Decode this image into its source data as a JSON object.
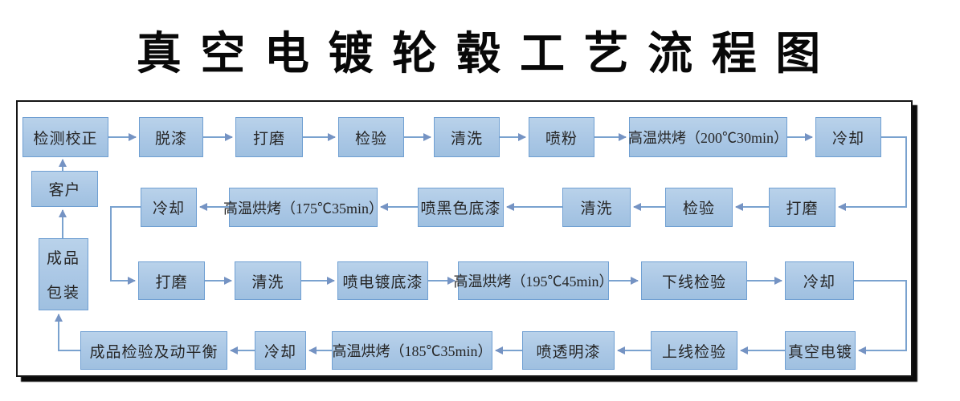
{
  "title": "真 空 电 镀 轮 毂 工 艺 流 程 图",
  "colors": {
    "box_fill_top": "#B9D2EA",
    "box_fill_bottom": "#9FC0E0",
    "box_border": "#6F9FD2",
    "connector": "#7AA2CF",
    "arrowhead": "#7593C3",
    "frame_border": "#141414",
    "title_color": "#080808"
  },
  "nodes": {
    "row1": [
      "检测校正",
      "脱漆",
      "打磨",
      "检验",
      "清洗",
      "喷粉",
      "高温烘烤（200℃30min）",
      "冷却"
    ],
    "row2": [
      "打磨",
      "检验",
      "清洗",
      "喷黑色底漆",
      "高温烘烤（175℃35min）",
      "冷却"
    ],
    "row3": [
      "打磨",
      "清洗",
      "喷电镀底漆",
      "高温烘烤（195℃45min）",
      "下线检验",
      "冷却"
    ],
    "row4": [
      "真空电镀",
      "上线检验",
      "喷透明漆",
      "高温烘烤（185℃35min）",
      "冷却",
      "成品检验及动平衡"
    ],
    "left": {
      "customer": "客户",
      "packaging_line1": "成品",
      "packaging_line2": "包装"
    }
  }
}
